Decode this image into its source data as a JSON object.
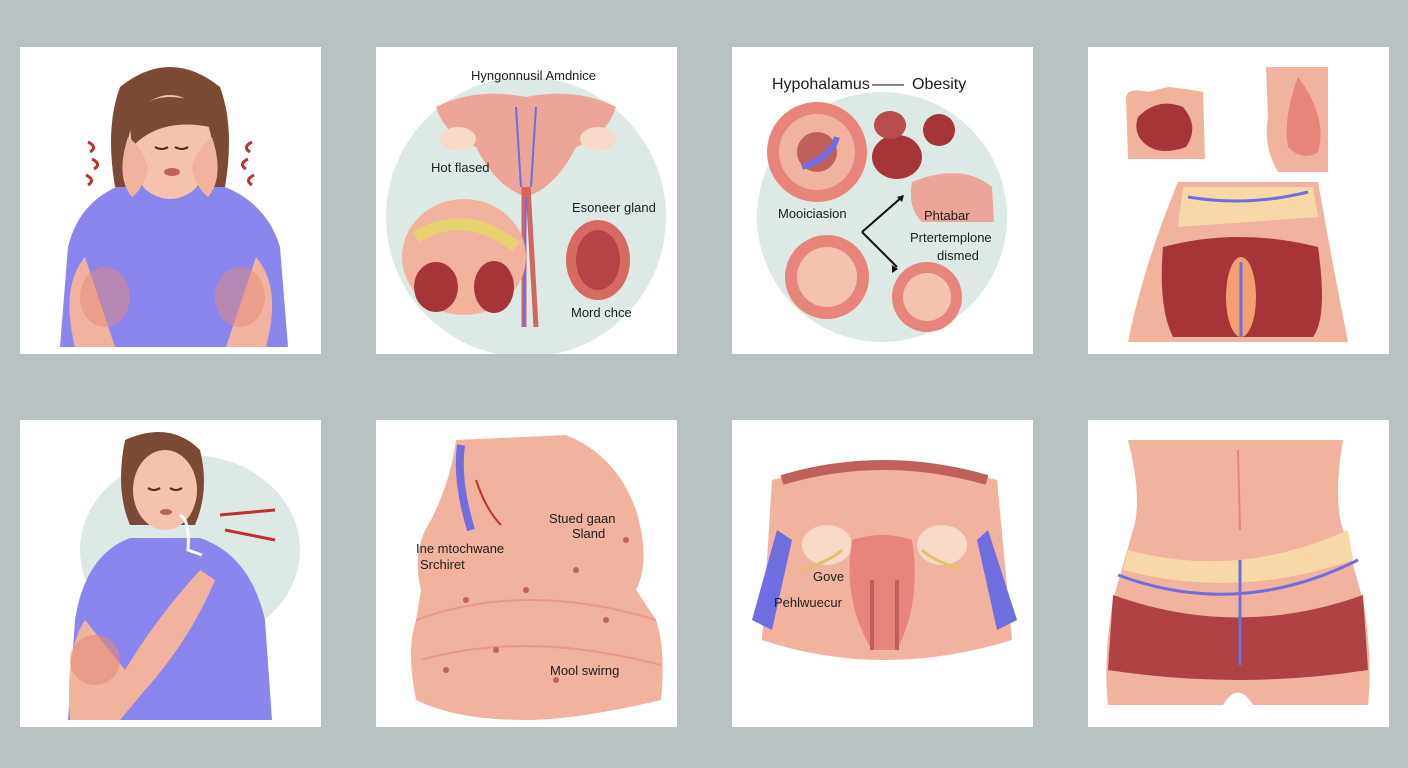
{
  "panels": {
    "p2": {
      "title": "Hyngonnusil Amdnice",
      "label_hot": "Hot flased",
      "label_gland": "Esoneer gland",
      "label_mood": "Mord chce"
    },
    "p3": {
      "title_left": "Hypohalamus",
      "title_right": "Obesity",
      "label_left": "Mooiciasion",
      "label_right_1": "Phtabar",
      "label_right_2": "Prtertemplone",
      "label_right_3": "dismed"
    },
    "p6": {
      "label_a1": "Ine mtochwane",
      "label_a2": "Srchiret",
      "label_b1": "Stued gaan",
      "label_b2": "Sland",
      "label_mood": "Mool swirng"
    },
    "p7": {
      "label_gove": "Gove",
      "label_left": "Pehlwuecur"
    }
  },
  "colors": {
    "background": "#b9c2c2",
    "panel": "#ffffff",
    "skin": "#f2b39e",
    "tissue": "#e8857a",
    "organ_dark": "#a6353a",
    "vessel_blue": "#6e6ee0",
    "shirt": "#8b86ee",
    "hair": "#7a4a35",
    "halo": "#dde9e4"
  },
  "icons": [
    "woman-headache-icon",
    "woman-chest-icon",
    "arrow-icon"
  ]
}
